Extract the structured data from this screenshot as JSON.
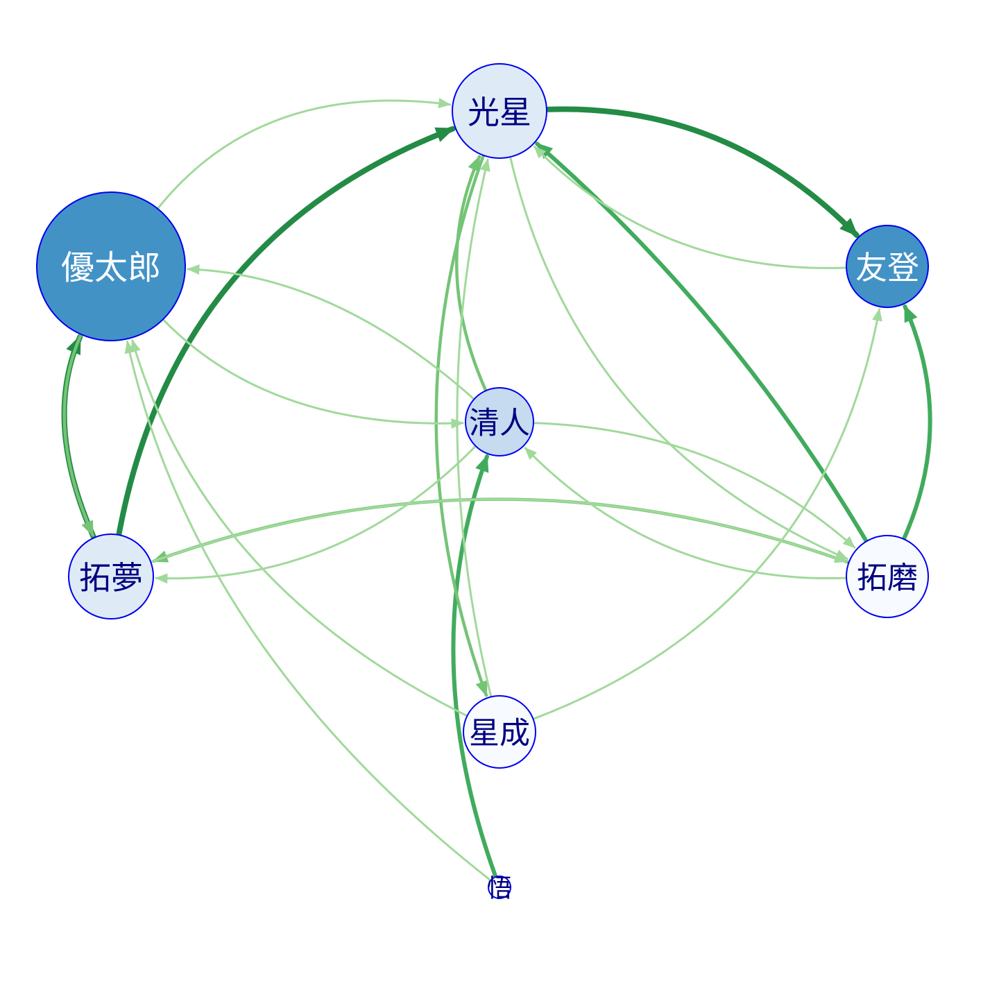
{
  "diagram": {
    "type": "directed-network",
    "node_border_color": "#0000ee",
    "edge_color_scale": [
      "#a1d99b",
      "#74c476",
      "#41ab5d",
      "#238b45"
    ],
    "nodes": [
      {
        "id": "koboshi",
        "label": "光星",
        "fill": "#deebf7",
        "text_color": "#000080"
      },
      {
        "id": "yutaro",
        "label": "優太郎",
        "fill": "#4292c6",
        "text_color": "#ffffff"
      },
      {
        "id": "yuto",
        "label": "友登",
        "fill": "#4292c6",
        "text_color": "#ffffff"
      },
      {
        "id": "kiyoto",
        "label": "清人",
        "fill": "#c6dbef",
        "text_color": "#000080"
      },
      {
        "id": "takumu",
        "label": "拓夢",
        "fill": "#deebf7",
        "text_color": "#000080"
      },
      {
        "id": "takuma",
        "label": "拓磨",
        "fill": "#f7fbff",
        "text_color": "#000080"
      },
      {
        "id": "seinari",
        "label": "星成",
        "fill": "#f7fbff",
        "text_color": "#000080"
      },
      {
        "id": "satoru",
        "label": "悟",
        "fill": "#ffffff",
        "text_color": "#000080"
      }
    ],
    "edges": [
      {
        "from": "koboshi",
        "to": "yuto",
        "weight": 4
      },
      {
        "from": "takumu",
        "to": "koboshi",
        "weight": 4
      },
      {
        "from": "takumu",
        "to": "yutaro",
        "weight": 4
      },
      {
        "from": "takuma",
        "to": "koboshi",
        "weight": 3
      },
      {
        "from": "takuma",
        "to": "yuto",
        "weight": 3
      },
      {
        "from": "satoru",
        "to": "kiyoto",
        "weight": 3
      },
      {
        "from": "koboshi",
        "to": "seinari",
        "weight": 2
      },
      {
        "from": "takuma",
        "to": "takumu",
        "weight": 2
      },
      {
        "from": "kiyoto",
        "to": "koboshi",
        "weight": 2
      },
      {
        "from": "yutaro",
        "to": "takumu",
        "weight": 2
      },
      {
        "from": "yutaro",
        "to": "koboshi",
        "weight": 1
      },
      {
        "from": "yuto",
        "to": "koboshi",
        "weight": 1
      },
      {
        "from": "koboshi",
        "to": "takuma",
        "weight": 1
      },
      {
        "from": "yutaro",
        "to": "kiyoto",
        "weight": 1
      },
      {
        "from": "kiyoto",
        "to": "yutaro",
        "weight": 1
      },
      {
        "from": "kiyoto",
        "to": "takumu",
        "weight": 1
      },
      {
        "from": "takumu",
        "to": "takuma",
        "weight": 1
      },
      {
        "from": "takuma",
        "to": "kiyoto",
        "weight": 1
      },
      {
        "from": "kiyoto",
        "to": "takuma",
        "weight": 1
      },
      {
        "from": "seinari",
        "to": "yutaro",
        "weight": 1
      },
      {
        "from": "seinari",
        "to": "yuto",
        "weight": 1
      },
      {
        "from": "seinari",
        "to": "koboshi",
        "weight": 1
      },
      {
        "from": "satoru",
        "to": "yutaro",
        "weight": 1
      }
    ]
  }
}
